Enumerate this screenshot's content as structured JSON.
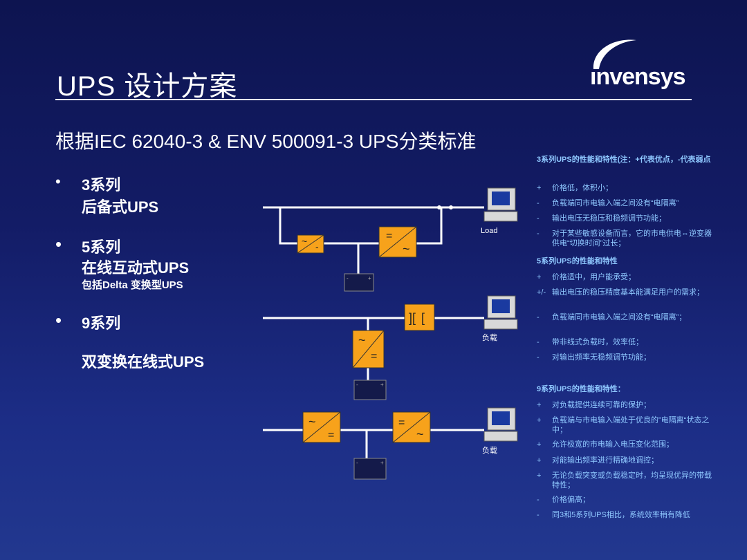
{
  "header": {
    "title": "UPS 设计方案",
    "logo_text": "ınvensys"
  },
  "subtitle": "根据IEC 62040-3 & ENV 500091-3 UPS分类标准",
  "left_list": [
    {
      "marker": "•",
      "line1": "3系列",
      "line2": "后备式UPS"
    },
    {
      "marker": "•",
      "line1": "5系列",
      "line2": "在线互动式UPS",
      "line3": "包括Delta 变换型UPS"
    },
    {
      "marker": "•",
      "line1": "9系列",
      "line2": "双变换在线式UPS"
    }
  ],
  "diagram": {
    "load_label_1": "Load",
    "load_label_2": "负载",
    "load_label_3": "负载"
  },
  "right_panel": {
    "s3_title": "3系列UPS的性能和特性(注：+代表优点，-代表弱点",
    "s3_items": [
      {
        "m": "+",
        "t": "价格低，体积小；"
      },
      {
        "m": "-",
        "t": "负载端同市电输入端之间没有“电隔离”"
      },
      {
        "m": "-",
        "t": "输出电压无稳压和稳频调节功能；"
      },
      {
        "m": "-",
        "t": "对于某些敏感设备而言，它的市电供电⇔逆变器供电“切换时间”过长；"
      }
    ],
    "s5_title": "5系列UPS的性能和特性",
    "s5_items": [
      {
        "m": "+",
        "t": "价格适中，用户能承受；"
      },
      {
        "m": "+/-",
        "t": "输出电压的稳压精度基本能满足用户的需求；"
      },
      {
        "m": "-",
        "t": "负载端同市电输入端之间没有“电隔离”；"
      },
      {
        "m": "-",
        "t": "带非线式负载时，效率低；"
      },
      {
        "m": "-",
        "t": "对输出频率无稳频调节功能；"
      }
    ],
    "s9_title": "9系列UPS的性能和特性：",
    "s9_items": [
      {
        "m": "+",
        "t": "对负载提供连续可靠的保护；"
      },
      {
        "m": "+",
        "t": "负载端与市电输入端处于优良的”电隔离“状态之中；"
      },
      {
        "m": "+",
        "t": "允许极宽的市电输入电压变化范围；"
      },
      {
        "m": "+",
        "t": "对能输出频率进行精确地调控；"
      },
      {
        "m": "+",
        "t": "无论负载突变或负载稳定时，均呈现优异的带载特性；"
      },
      {
        "m": "-",
        "t": "价格偏高；"
      },
      {
        "m": "-",
        "t": "同3和5系列UPS相比，系统效率稍有降低"
      }
    ]
  }
}
